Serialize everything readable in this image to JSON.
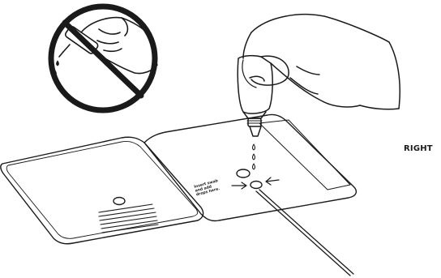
{
  "labels": {
    "right": "RIGHT",
    "card_line1": "Insert swab",
    "card_line2": "and add",
    "card_line3": "drops here."
  },
  "colors": {
    "stroke": "#1a1a1a",
    "background": "#ffffff"
  },
  "icons": {
    "prohibited": "no-sideways-dropper-icon"
  }
}
